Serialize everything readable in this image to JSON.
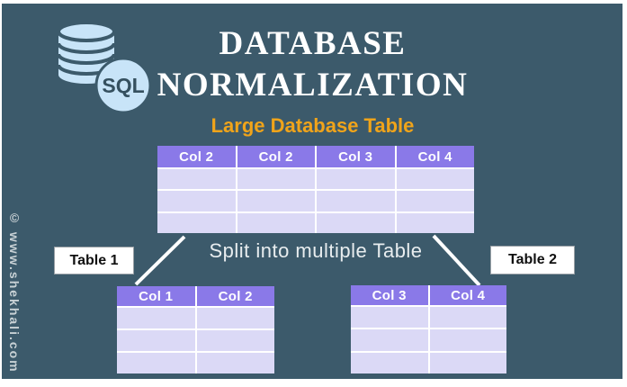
{
  "branding": {
    "sql_badge": "SQL",
    "watermark": "© www.shekhali.com"
  },
  "title": {
    "line1": "DATABASE",
    "line2": "NORMALIZATION"
  },
  "subtitle": "Large Database Table",
  "split_caption": "Split into multiple Table",
  "labels": {
    "table1": "Table 1",
    "table2": "Table 2"
  },
  "tables": {
    "large": {
      "headers": [
        "Col 2",
        "Col 2",
        "Col 3",
        "Col 4"
      ],
      "body_rows": 3
    },
    "left": {
      "headers": [
        "Col 1",
        "Col 2"
      ],
      "body_rows": 3
    },
    "right": {
      "headers": [
        "Col 3",
        "Col 4"
      ],
      "body_rows": 3
    }
  },
  "icons": {
    "database_icon": "database-cylinder",
    "sql_icon": "sql-circle-badge"
  },
  "colors": {
    "background": "#3C5A6B",
    "frame": "#FFFFFF",
    "table_header": "#8A79E8",
    "table_row": "#DBD9F6",
    "accent_orange": "#F0A41A",
    "icon_blue": "#C8E4F8",
    "title_text": "#FFFFFF",
    "watermark_text": "#C8D1D5"
  }
}
